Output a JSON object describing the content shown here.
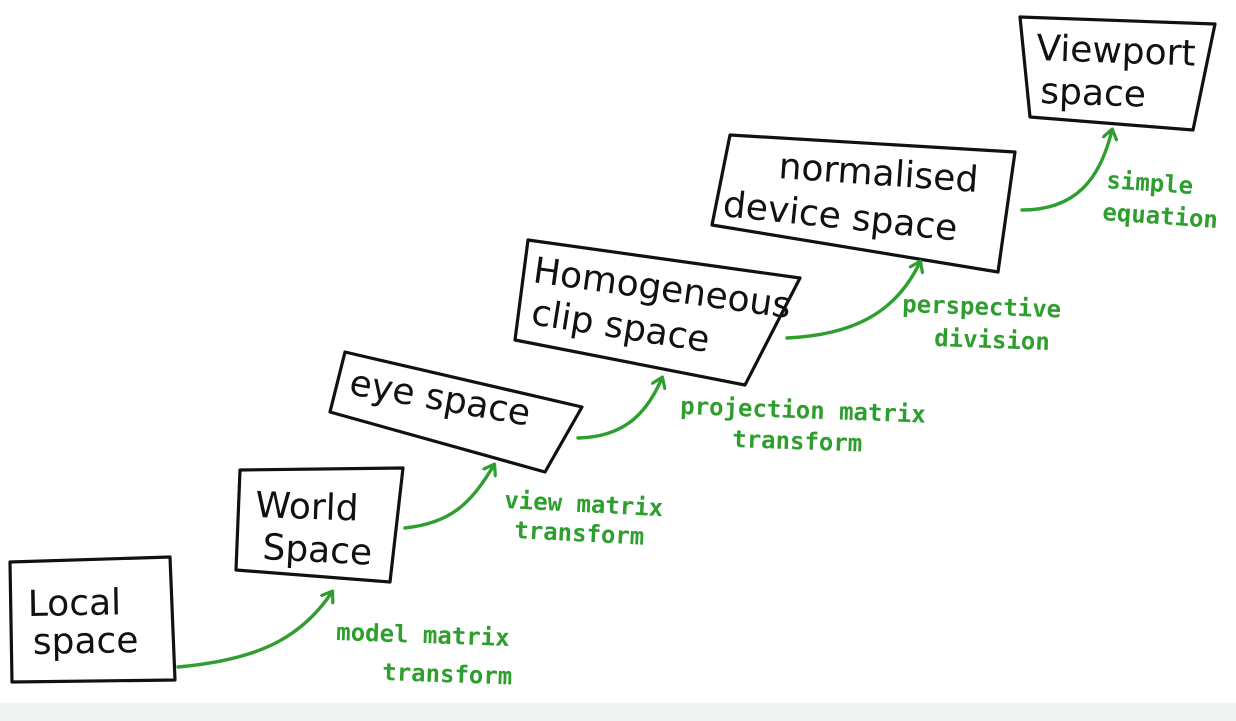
{
  "colors": {
    "ink": "#111111",
    "annotation": "#2e9e2e",
    "background": "#ffffff",
    "bottom_bar": "#f1f2f2"
  },
  "stages": [
    {
      "id": "local",
      "lines": [
        "Local",
        "space"
      ]
    },
    {
      "id": "world",
      "lines": [
        "World",
        "Space"
      ]
    },
    {
      "id": "eye",
      "lines": [
        "eye space"
      ]
    },
    {
      "id": "clip",
      "lines": [
        "Homogeneous",
        "clip space"
      ]
    },
    {
      "id": "ndc",
      "lines": [
        "normalised",
        "device space"
      ]
    },
    {
      "id": "viewport",
      "lines": [
        "Viewport",
        "space"
      ]
    }
  ],
  "transforms": [
    {
      "id": "model",
      "lines": [
        "model matrix",
        "transform"
      ]
    },
    {
      "id": "view",
      "lines": [
        "view matrix",
        "transform"
      ]
    },
    {
      "id": "projection",
      "lines": [
        "projection matrix",
        "transform"
      ]
    },
    {
      "id": "perspective",
      "lines": [
        "perspective",
        "division"
      ]
    },
    {
      "id": "viewport-eq",
      "lines": [
        "simple",
        "equation"
      ]
    }
  ]
}
